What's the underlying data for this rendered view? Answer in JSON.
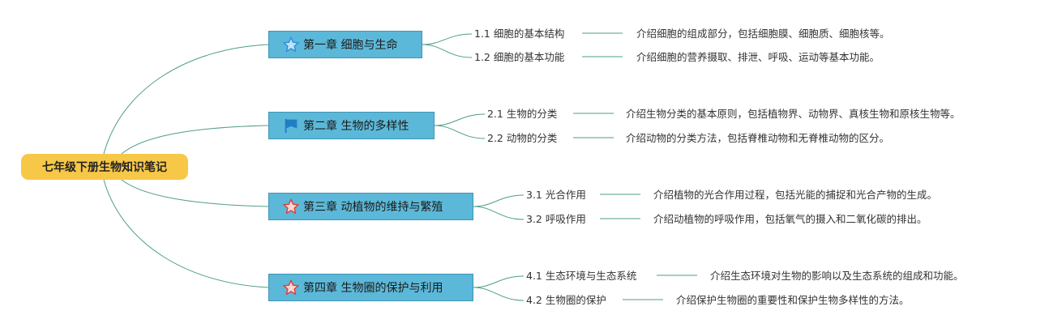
{
  "root": {
    "label": "七年级下册生物知识笔记"
  },
  "chapters": [
    {
      "label": "第一章 细胞与生命",
      "icon": "star-outline-blue-icon",
      "sections": [
        {
          "label": "1.1 细胞的基本结构",
          "desc": "介绍细胞的组成部分，包括细胞膜、细胞质、细胞核等。"
        },
        {
          "label": "1.2 细胞的基本功能",
          "desc": "介绍细胞的营养摄取、排泄、呼吸、运动等基本功能。"
        }
      ]
    },
    {
      "label": "第二章 生物的多样性",
      "icon": "flag-icon",
      "sections": [
        {
          "label": "2.1 生物的分类",
          "desc": "介绍生物分类的基本原则，包括植物界、动物界、真核生物和原核生物等。"
        },
        {
          "label": "2.2 动物的分类",
          "desc": "介绍动物的分类方法，包括脊椎动物和无脊椎动物的区分。"
        }
      ]
    },
    {
      "label": "第三章 动植物的维持与繁殖",
      "icon": "star-outline-red-icon",
      "sections": [
        {
          "label": "3.1 光合作用",
          "desc": "介绍植物的光合作用过程，包括光能的捕捉和光合产物的生成。"
        },
        {
          "label": "3.2 呼吸作用",
          "desc": "介绍动植物的呼吸作用，包括氧气的摄入和二氧化碳的排出。"
        }
      ]
    },
    {
      "label": "第四章 生物圈的保护与利用",
      "icon": "star-outline-red-icon",
      "sections": [
        {
          "label": "4.1 生态环境与生态系统",
          "desc": "介绍生态环境对生物的影响以及生态系统的组成和功能。"
        },
        {
          "label": "4.2 生物圈的保护",
          "desc": "介绍保护生物圈的重要性和保护生物多样性的方法。"
        }
      ]
    }
  ],
  "colors": {
    "root_fill": "#f7c748",
    "chapter_fill": "#5cb8d8",
    "chapter_border": "#3f94b4",
    "connector": "#4e9c8c",
    "star_blue": "#2d8fe0",
    "star_red": "#d9433a",
    "flag": "#1f7fc4"
  }
}
